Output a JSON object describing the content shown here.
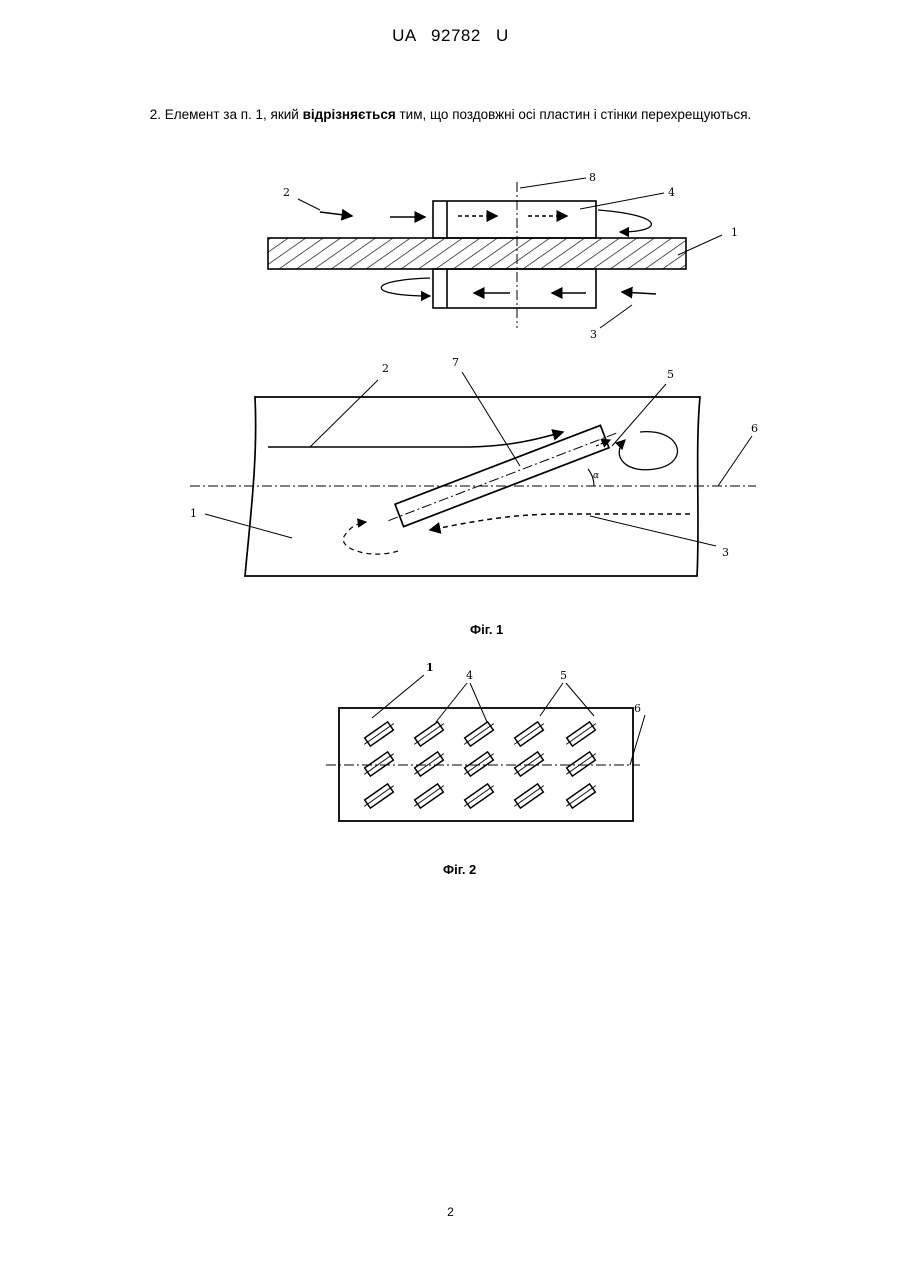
{
  "header": {
    "doc_id": "UA   92782   U"
  },
  "claim": {
    "before": "2. Елемент за п. 1, який ",
    "bold": "відрізняється",
    "after": " тим, що поздовжні осі пластин і стінки перехрещуються."
  },
  "fig1": {
    "caption": "Фіг. 1",
    "top_labels": {
      "l2": "2",
      "l8": "8",
      "l4": "4",
      "l1": "1",
      "l3": "3"
    },
    "bottom_labels": {
      "l2": "2",
      "l7": "7",
      "l5": "5",
      "l6": "6",
      "l1": "1",
      "l3": "3",
      "alpha": "α"
    }
  },
  "fig2": {
    "caption": "Фіг. 2",
    "labels": {
      "l1": "1",
      "l4": "4",
      "l5": "5",
      "l6": "6"
    }
  },
  "page_number": "2"
}
